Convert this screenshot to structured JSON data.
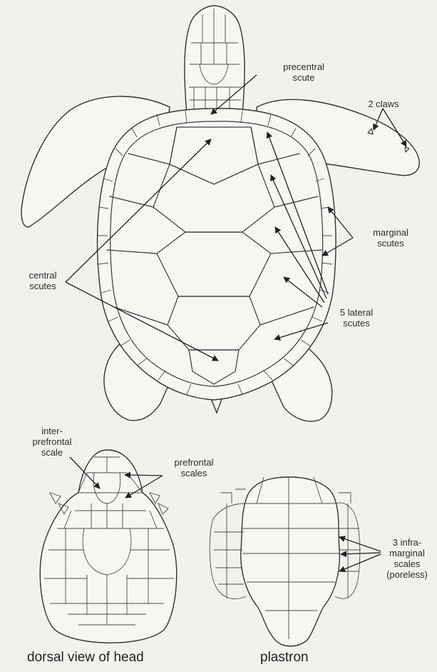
{
  "labels": {
    "precentral": "precentral\nscute",
    "claws": "2 claws",
    "marginal": "marginal\nscutes",
    "central": "central\nscutes",
    "lateral": "5 lateral\nscutes",
    "interprefrontal": "inter-\nprefrontal\nscale",
    "prefrontal": "prefrontal\nscales",
    "inframarginal": "3 infra-\nmarginal\nscales\n(poreless)"
  },
  "captions": {
    "head": "dorsal view of head",
    "plastron": "plastron"
  }
}
